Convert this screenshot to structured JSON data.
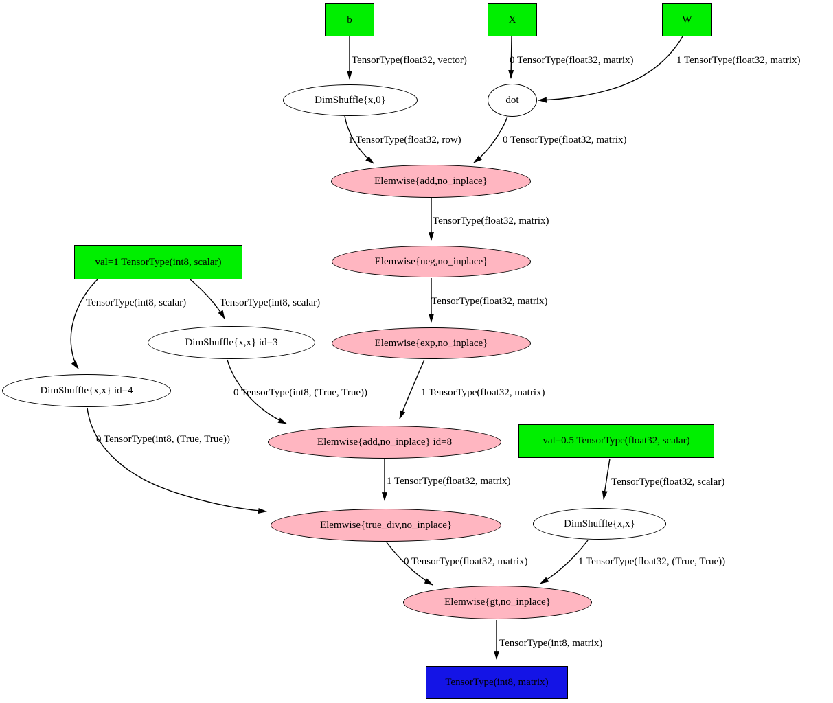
{
  "graph": {
    "kind": "computation-graph",
    "colors": {
      "input_fill": "#00ef00",
      "constant_fill": "#00ef00",
      "apply_fill": "#ffffff",
      "elemwise_fill": "#ffb6c1",
      "output_fill": "#1414e6",
      "node_border": "#000000",
      "edge": "#000000",
      "background": "#ffffff"
    },
    "nodes": [
      {
        "id": "b",
        "label": "b",
        "shape": "box",
        "type": "input"
      },
      {
        "id": "X",
        "label": "X",
        "shape": "box",
        "type": "input"
      },
      {
        "id": "W",
        "label": "W",
        "shape": "box",
        "type": "input"
      },
      {
        "id": "ds_x0",
        "label": "DimShuffle{x,0}",
        "shape": "ellipse",
        "type": "apply"
      },
      {
        "id": "dot",
        "label": "dot",
        "shape": "ellipse",
        "type": "apply"
      },
      {
        "id": "add",
        "label": "Elemwise{add,no_inplace}",
        "shape": "ellipse",
        "type": "elemwise"
      },
      {
        "id": "neg",
        "label": "Elemwise{neg,no_inplace}",
        "shape": "ellipse",
        "type": "elemwise"
      },
      {
        "id": "exp",
        "label": "Elemwise{exp,no_inplace}",
        "shape": "ellipse",
        "type": "elemwise"
      },
      {
        "id": "val1",
        "label": "val=1 TensorType(int8, scalar)",
        "shape": "box",
        "type": "constant"
      },
      {
        "id": "ds_xx_id3",
        "label": "DimShuffle{x,x} id=3",
        "shape": "ellipse",
        "type": "apply"
      },
      {
        "id": "ds_xx_id4",
        "label": "DimShuffle{x,x} id=4",
        "shape": "ellipse",
        "type": "apply"
      },
      {
        "id": "add_id8",
        "label": "Elemwise{add,no_inplace} id=8",
        "shape": "ellipse",
        "type": "elemwise"
      },
      {
        "id": "val05",
        "label": "val=0.5 TensorType(float32, scalar)",
        "shape": "box",
        "type": "constant"
      },
      {
        "id": "true_div",
        "label": "Elemwise{true_div,no_inplace}",
        "shape": "ellipse",
        "type": "elemwise"
      },
      {
        "id": "ds_xx",
        "label": "DimShuffle{x,x}",
        "shape": "ellipse",
        "type": "apply"
      },
      {
        "id": "gt",
        "label": "Elemwise{gt,no_inplace}",
        "shape": "ellipse",
        "type": "elemwise"
      },
      {
        "id": "out",
        "label": "TensorType(int8, matrix)",
        "shape": "box",
        "type": "output"
      }
    ],
    "edges": [
      {
        "from": "b",
        "to": "ds_x0",
        "label": "TensorType(float32, vector)"
      },
      {
        "from": "X",
        "to": "dot",
        "label": "0 TensorType(float32, matrix)"
      },
      {
        "from": "W",
        "to": "dot",
        "label": "1 TensorType(float32, matrix)"
      },
      {
        "from": "ds_x0",
        "to": "add",
        "label": "1 TensorType(float32, row)"
      },
      {
        "from": "dot",
        "to": "add",
        "label": "0 TensorType(float32, matrix)"
      },
      {
        "from": "add",
        "to": "neg",
        "label": "TensorType(float32, matrix)"
      },
      {
        "from": "neg",
        "to": "exp",
        "label": "TensorType(float32, matrix)"
      },
      {
        "from": "val1",
        "to": "ds_xx_id4",
        "label": "TensorType(int8, scalar)"
      },
      {
        "from": "val1",
        "to": "ds_xx_id3",
        "label": "TensorType(int8, scalar)"
      },
      {
        "from": "ds_xx_id3",
        "to": "add_id8",
        "label": "0 TensorType(int8, (True, True))"
      },
      {
        "from": "exp",
        "to": "add_id8",
        "label": "1 TensorType(float32, matrix)"
      },
      {
        "from": "ds_xx_id4",
        "to": "true_div",
        "label": "0 TensorType(int8, (True, True))"
      },
      {
        "from": "add_id8",
        "to": "true_div",
        "label": "1 TensorType(float32, matrix)"
      },
      {
        "from": "val05",
        "to": "ds_xx",
        "label": "TensorType(float32, scalar)"
      },
      {
        "from": "true_div",
        "to": "gt",
        "label": "0 TensorType(float32, matrix)"
      },
      {
        "from": "ds_xx",
        "to": "gt",
        "label": "1 TensorType(float32, (True, True))"
      },
      {
        "from": "gt",
        "to": "out",
        "label": "TensorType(int8, matrix)"
      }
    ]
  }
}
